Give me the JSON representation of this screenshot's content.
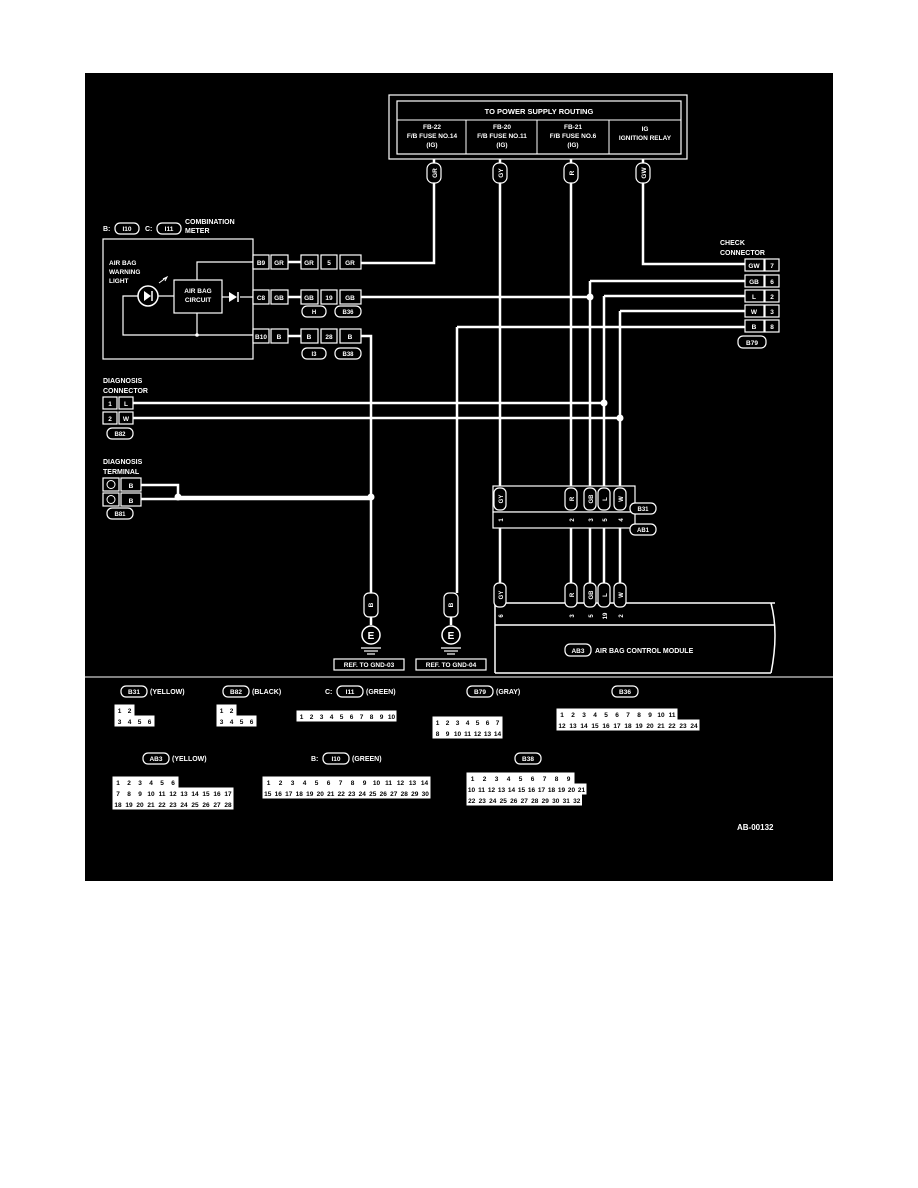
{
  "power": {
    "title": "TO POWER SUPPLY ROUTING",
    "cols": [
      {
        "l1": "FB-22",
        "l2": "F/B FUSE NO.14",
        "l3": "(IG)"
      },
      {
        "l1": "FB-20",
        "l2": "F/B FUSE NO.11",
        "l3": "(IG)"
      },
      {
        "l1": "FB-21",
        "l2": "F/B FUSE NO.6",
        "l3": "(IG)"
      },
      {
        "l1": "IG",
        "l2": "IGNITION RELAY",
        "l3": ""
      }
    ],
    "wire_colors": [
      "GR",
      "GY",
      "R",
      "GW"
    ]
  },
  "meter": {
    "prefix_b": "B:",
    "conn_b": "I10",
    "prefix_c": "C:",
    "conn_c": "I11",
    "label1": "COMBINATION",
    "label2": "METER",
    "light1": "AIR BAG",
    "light2": "WARNING",
    "light3": "LIGHT",
    "circ1": "AIR BAG",
    "circ2": "CIRCUIT",
    "pins": [
      {
        "pin": "B9",
        "color": "GR"
      },
      {
        "pin": "C8",
        "color": "GB"
      },
      {
        "pin": "B10",
        "color": "B"
      }
    ]
  },
  "joint": {
    "rows": [
      {
        "color1": "GR",
        "pin": "5",
        "color2": "GR"
      },
      {
        "color1": "GB",
        "pin": "19",
        "color2": "GB"
      },
      {
        "color1": "B",
        "pin": "28",
        "color2": "B"
      }
    ],
    "tags": [
      "H",
      "B36",
      "I3",
      "B38"
    ]
  },
  "check": {
    "l1": "CHECK",
    "l2": "CONNECTOR",
    "rows": [
      {
        "color": "GW",
        "pin": "7"
      },
      {
        "color": "GB",
        "pin": "6"
      },
      {
        "color": "L",
        "pin": "2"
      },
      {
        "color": "W",
        "pin": "3"
      },
      {
        "color": "B",
        "pin": "8"
      }
    ],
    "tag": "B79"
  },
  "diag_conn": {
    "l1": "DIAGNOSIS",
    "l2": "CONNECTOR",
    "rows": [
      {
        "pin": "1",
        "color": "L"
      },
      {
        "pin": "2",
        "color": "W"
      }
    ],
    "tag": "B82"
  },
  "diag_term": {
    "l1": "DIAGNOSIS",
    "l2": "TERMINAL",
    "rows": [
      {
        "color": "B"
      },
      {
        "color": "B"
      }
    ],
    "tag": "B81"
  },
  "ab1": {
    "colors": [
      "GY",
      "R",
      "GB",
      "L",
      "W"
    ],
    "upper_pins": [
      "1",
      "2",
      "3",
      "5",
      "4"
    ],
    "tag1": "B31",
    "tag2": "AB1"
  },
  "module": {
    "colors": [
      "GY",
      "R",
      "GB",
      "L",
      "W"
    ],
    "pins": [
      "6",
      "3",
      "5",
      "19",
      "2"
    ],
    "tag": "AB3",
    "label": "AIR BAG CONTROL MODULE"
  },
  "grounds": [
    {
      "color": "B",
      "label": "E",
      "ref": "REF. TO GND-03"
    },
    {
      "color": "B",
      "label": "E",
      "ref": "REF. TO GND-04"
    }
  ],
  "legend": {
    "b31": {
      "tag": "B31",
      "desc": "(YELLOW)",
      "cells": [
        "1",
        "2",
        "3",
        "4",
        "5",
        "6"
      ]
    },
    "b82": {
      "tag": "B82",
      "desc": "(BLACK)",
      "cells": [
        "1",
        "2",
        "3",
        "4",
        "5",
        "6"
      ]
    },
    "i11": {
      "prefix": "C:",
      "tag": "I11",
      "desc": "(GREEN)",
      "cells": [
        "1",
        "2",
        "3",
        "4",
        "5",
        "6",
        "7",
        "8",
        "9",
        "10"
      ]
    },
    "b79": {
      "tag": "B79",
      "desc": "(GRAY)",
      "cells": [
        "1",
        "2",
        "3",
        "4",
        "5",
        "6",
        "7",
        "8",
        "9",
        "10",
        "11",
        "12",
        "13",
        "14"
      ]
    },
    "b36": {
      "tag": "B36",
      "row1": [
        "1",
        "2",
        "3",
        "4",
        "5",
        "6",
        "7",
        "8",
        "9",
        "10",
        "11"
      ],
      "row2": [
        "12",
        "13",
        "14",
        "15",
        "16",
        "17",
        "18",
        "19",
        "20",
        "21",
        "22",
        "23",
        "24"
      ]
    },
    "ab3": {
      "tag": "AB3",
      "desc": "(YELLOW)",
      "row1": [
        "1",
        "2",
        "3",
        "4",
        "5",
        "6"
      ],
      "row2": [
        "7",
        "8",
        "9",
        "10",
        "11",
        "12",
        "13",
        "14",
        "15",
        "16",
        "17"
      ],
      "row3": [
        "18",
        "19",
        "20",
        "21",
        "22",
        "23",
        "24",
        "25",
        "26",
        "27",
        "28"
      ]
    },
    "i10": {
      "prefix": "B:",
      "tag": "I10",
      "desc": "(GREEN)",
      "row1": [
        "1",
        "2",
        "3",
        "4",
        "5",
        "6",
        "7",
        "8",
        "9",
        "10",
        "11",
        "12",
        "13",
        "14"
      ],
      "row2": [
        "15",
        "16",
        "17",
        "18",
        "19",
        "20",
        "21",
        "22",
        "23",
        "24",
        "25",
        "26",
        "27",
        "28",
        "29",
        "30"
      ]
    },
    "b38": {
      "tag": "B38",
      "row1": [
        "1",
        "2",
        "3",
        "4",
        "5",
        "6",
        "7",
        "8",
        "9"
      ],
      "row2": [
        "10",
        "11",
        "12",
        "13",
        "14",
        "15",
        "16",
        "17",
        "18",
        "19",
        "20",
        "21"
      ],
      "row3": [
        "22",
        "23",
        "24",
        "25",
        "26",
        "27",
        "28",
        "29",
        "30",
        "31",
        "32"
      ]
    }
  },
  "code": "AB-00132"
}
